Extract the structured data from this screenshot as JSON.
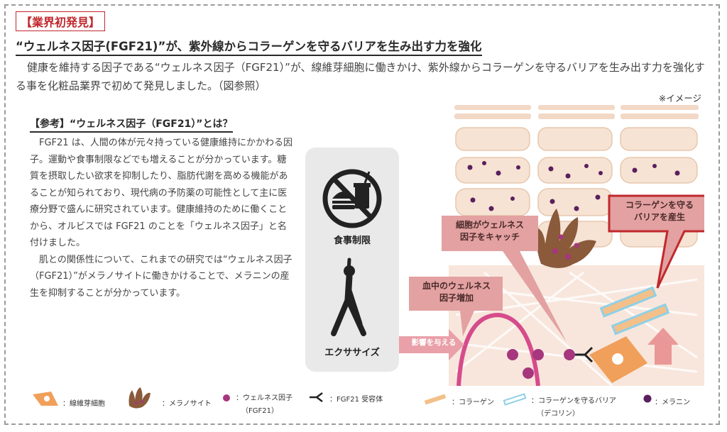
{
  "badge": "【業界初発見】",
  "headline": "“ウェルネス因子(FGF21)”が、紫外線からコラーゲンを守るバリアを生み出す力を強化",
  "intro": "健康を維持する因子である“ウェルネス因子（FGF21）”が、線維芽細胞に働きかけ、紫外線からコラーゲンを守るバリアを生み出す力を強化する事を化粧品業界で初めて発見しました。（図参照）",
  "note": "※イメージ",
  "reference": {
    "title": "【参考】“ウェルネス因子（FGF21）”とは？",
    "p1": "FGF21 は、人間の体が元々持っている健康維持にかかわる因子。運動や食事制限などでも増えることが分かっています。糖質を摂取したい欲求を抑制したり、脂肪代謝を高める機能があることが知られており、現代病の予防薬の可能性として主に医療分野で盛んに研究されています。健康維持のために働くことから、オルビスでは FGF21 のことを「ウェルネス因子」と名付けました。",
    "p2": "肌との関係性について、これまでの研究では“ウェルネス因子（FGF21）”がメラノサイトに働きかけることで、メラニンの産生を抑制することが分かっています。"
  },
  "panel": {
    "diet": "食事制限",
    "exercise": "エクササイズ"
  },
  "diagram": {
    "arrow_label": "影響を与える",
    "callout_blood": [
      "血中のウェルネス",
      "因子増加"
    ],
    "callout_catch": [
      "細胞がウェルネス",
      "因子をキャッチ"
    ],
    "callout_barrier": [
      "コラーゲンを守る",
      "バリアを産生"
    ]
  },
  "legend": {
    "fibroblast": "：線維芽細胞",
    "melanocyte": "：メラノサイト",
    "wellness": "：ウェルネス因子",
    "wellness_sub": "（FGF21）",
    "receptor": "：FGF21 受容体",
    "collagen": "：コラーゲン",
    "barrier": "：コラーゲンを守るバリア",
    "barrier_sub": "（デコリン）",
    "melanin": "：メラニン"
  },
  "colors": {
    "accent_red": "#c0282d",
    "callout_fill": "#e3a1a1",
    "wellness_purple": "#a6367e",
    "melanin_purple": "#5a1f5e",
    "fibroblast_orange": "#f0a05a",
    "melanocyte_brown": "#8a5a3b",
    "collagen_tan": "#f3c08a",
    "barrier_blue": "#8fd0e6",
    "cell_fill": "#f6e3d3"
  }
}
